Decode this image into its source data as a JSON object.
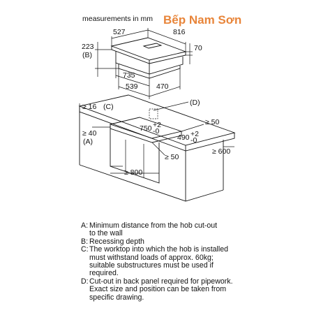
{
  "title": "measurements in mm",
  "watermark": "Bếp Nam Sơn",
  "dimensions": {
    "d527": "527",
    "d816": "816",
    "d223": "223",
    "d70": "70",
    "d735": "735",
    "d539": "539",
    "d470": "470",
    "d16": "≥ 16",
    "d50a": "≥ 50",
    "d40": "≥ 40",
    "d50b": "≥ 50",
    "d600": "≥ 600",
    "d800": "≥ 800",
    "d750": "750",
    "d750tol_top": "+2",
    "d750tol_bot": "-0",
    "d490": "490",
    "d490tol_top": "+2",
    "d490tol_bot": "-0"
  },
  "callouts": {
    "A": "(A)",
    "B": "(B)",
    "C": "(C)",
    "D": "(D)"
  },
  "legend": [
    {
      "key": "A:",
      "text": "Minimum distance from the hob cut-out\nto the wall"
    },
    {
      "key": "B:",
      "text": "Recessing depth"
    },
    {
      "key": "C:",
      "text": "The worktop into which the hob is installed\nmust withstand loads of approx. 60kg;\nsuitable substructures must be used if\nrequired."
    },
    {
      "key": "D:",
      "text": "Cut-out in back panel required for pipework.\nExact size and position can be taken from\nspecific drawing."
    }
  ]
}
